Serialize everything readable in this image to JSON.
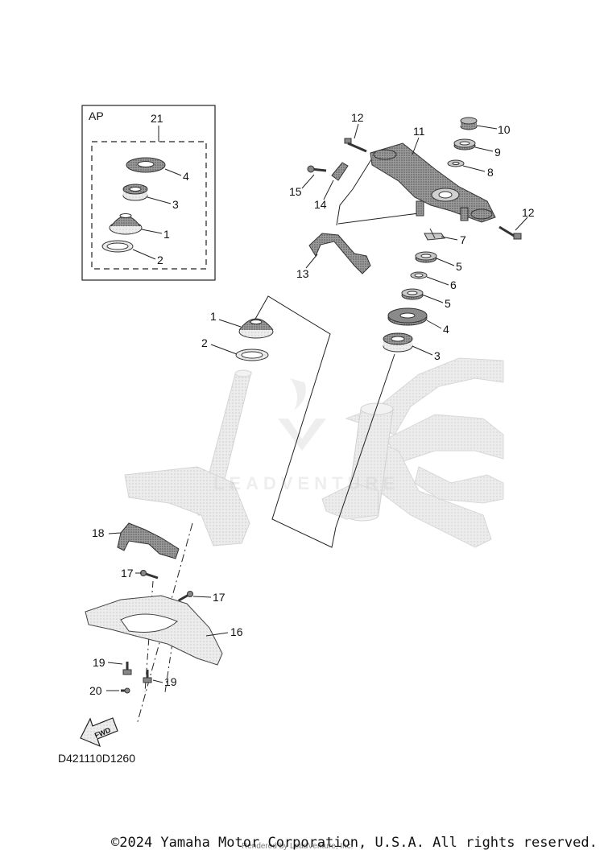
{
  "box": {
    "label": "AP",
    "kit_number": "21"
  },
  "callouts": {
    "box_4": "4",
    "box_3": "3",
    "box_1": "1",
    "box_2": "2",
    "p12_top": "12",
    "p11": "11",
    "p10": "10",
    "p9": "9",
    "p8": "8",
    "p15": "15",
    "p14": "14",
    "p12_right": "12",
    "p7": "7",
    "p13": "13",
    "p5_a": "5",
    "p6": "6",
    "p5_b": "5",
    "p4": "4",
    "p3": "3",
    "p1": "1",
    "p2": "2",
    "p18": "18",
    "p17_a": "17",
    "p17_b": "17",
    "p16": "16",
    "p19_a": "19",
    "p19_b": "19",
    "p20": "20"
  },
  "fwd_label": "FWD",
  "diagram_code": "D421110D1260",
  "copyright": "©2024 Yamaha Motor Corporation, U.S.A. All rights reserved.",
  "rendered_by": "Rendered by LeadVenture, Inc."
}
